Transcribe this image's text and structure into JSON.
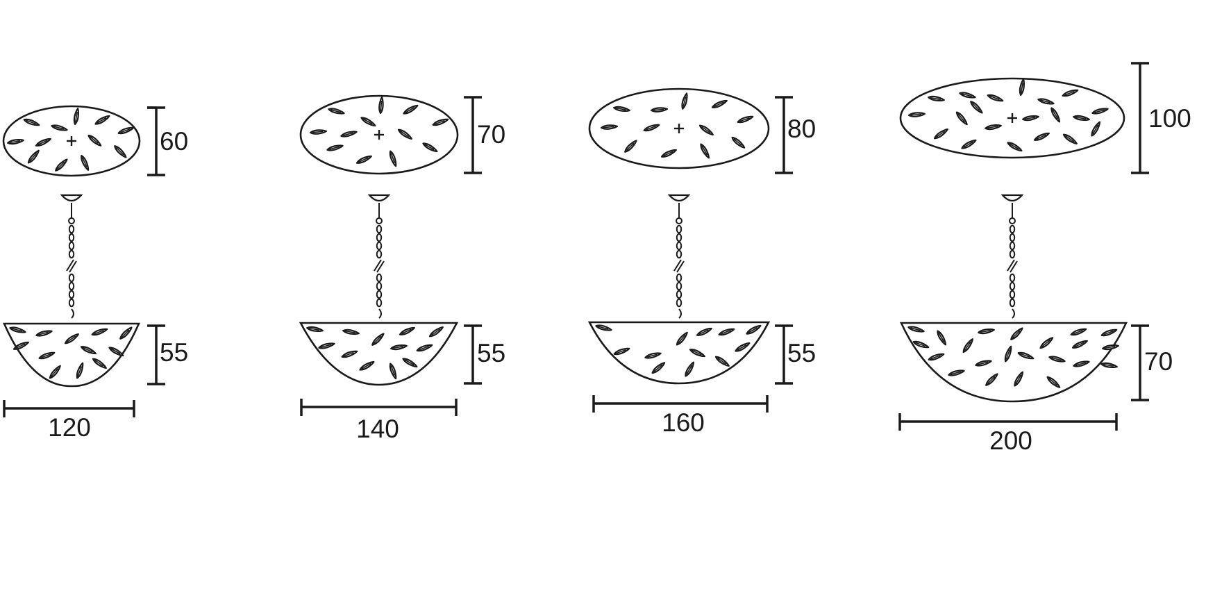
{
  "figure": {
    "line_color": "#1a1a1a",
    "background": "#ffffff"
  },
  "models": [
    {
      "top_height": "60",
      "bowl_height": "55",
      "width": "120"
    },
    {
      "top_height": "70",
      "bowl_height": "55",
      "width": "140"
    },
    {
      "top_height": "80",
      "bowl_height": "55",
      "width": "160"
    },
    {
      "top_height": "100",
      "bowl_height": "70",
      "width": "200"
    }
  ]
}
